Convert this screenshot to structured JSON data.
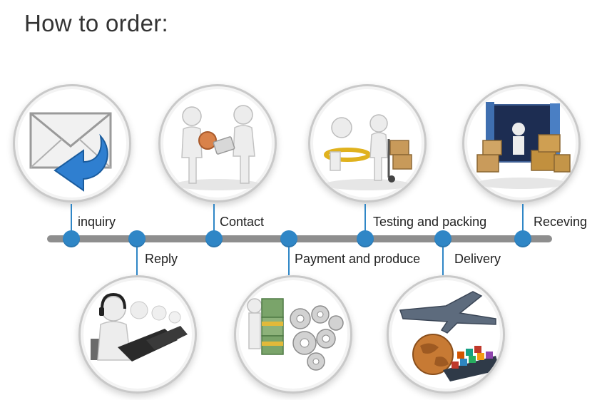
{
  "title": "How to order:",
  "steps": [
    {
      "label": "inquiry",
      "icon": "envelope-reply-icon"
    },
    {
      "label": "Reply",
      "icon": "call-center-icon"
    },
    {
      "label": "Contact",
      "icon": "handshake-icon"
    },
    {
      "label": "Payment and produce",
      "icon": "money-gears-icon"
    },
    {
      "label": "Testing and packing",
      "icon": "inspection-boxes-icon"
    },
    {
      "label": "Delivery",
      "icon": "plane-globe-ship-icon"
    },
    {
      "label": "Receving",
      "icon": "container-boxes-icon"
    }
  ],
  "colors": {
    "accent": "#2f86c6",
    "timeline": "#8e8e8e",
    "text": "#222222"
  }
}
